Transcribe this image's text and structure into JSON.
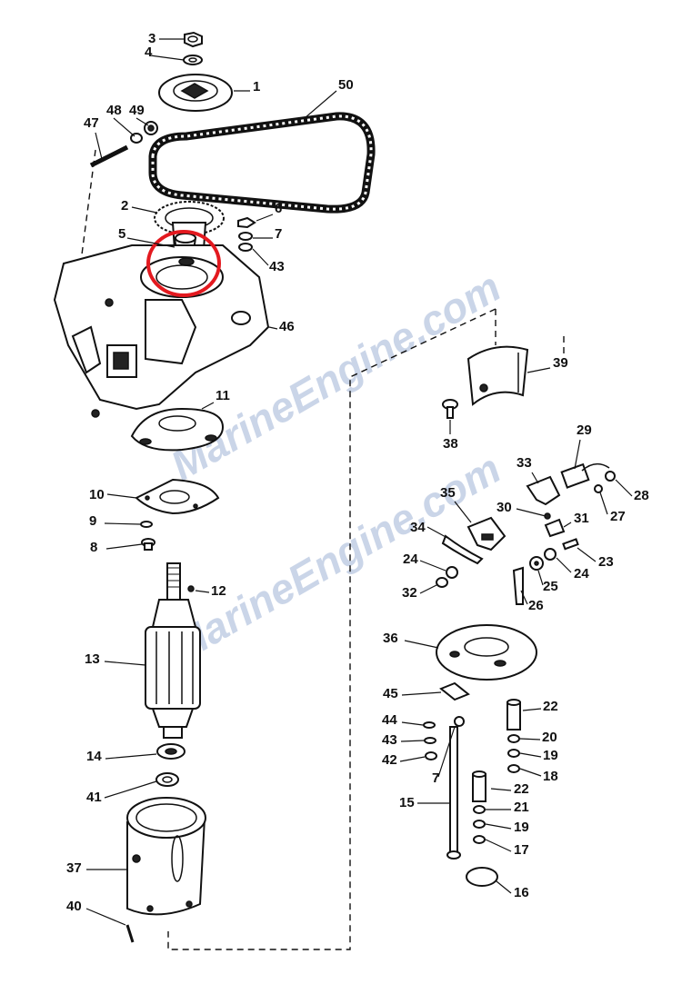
{
  "watermark": {
    "text": "MarineEngine.com",
    "color": "#9fb2d6"
  },
  "highlight": {
    "color": "#e3191f",
    "target_part": "5"
  },
  "callouts": [
    {
      "num": "3"
    },
    {
      "num": "4"
    },
    {
      "num": "1"
    },
    {
      "num": "50"
    },
    {
      "num": "48"
    },
    {
      "num": "49"
    },
    {
      "num": "47"
    },
    {
      "num": "2"
    },
    {
      "num": "6"
    },
    {
      "num": "5"
    },
    {
      "num": "7"
    },
    {
      "num": "43"
    },
    {
      "num": "46"
    },
    {
      "num": "39"
    },
    {
      "num": "11"
    },
    {
      "num": "38"
    },
    {
      "num": "29"
    },
    {
      "num": "10"
    },
    {
      "num": "33"
    },
    {
      "num": "28"
    },
    {
      "num": "9"
    },
    {
      "num": "35"
    },
    {
      "num": "30"
    },
    {
      "num": "27"
    },
    {
      "num": "31"
    },
    {
      "num": "34"
    },
    {
      "num": "8"
    },
    {
      "num": "24"
    },
    {
      "num": "23"
    },
    {
      "num": "24"
    },
    {
      "num": "12"
    },
    {
      "num": "32"
    },
    {
      "num": "25"
    },
    {
      "num": "26"
    },
    {
      "num": "13"
    },
    {
      "num": "36"
    },
    {
      "num": "45"
    },
    {
      "num": "22"
    },
    {
      "num": "44"
    },
    {
      "num": "20"
    },
    {
      "num": "43"
    },
    {
      "num": "19"
    },
    {
      "num": "42"
    },
    {
      "num": "18"
    },
    {
      "num": "14"
    },
    {
      "num": "7"
    },
    {
      "num": "22"
    },
    {
      "num": "41"
    },
    {
      "num": "15"
    },
    {
      "num": "21"
    },
    {
      "num": "19"
    },
    {
      "num": "17"
    },
    {
      "num": "37"
    },
    {
      "num": "16"
    },
    {
      "num": "40"
    }
  ]
}
